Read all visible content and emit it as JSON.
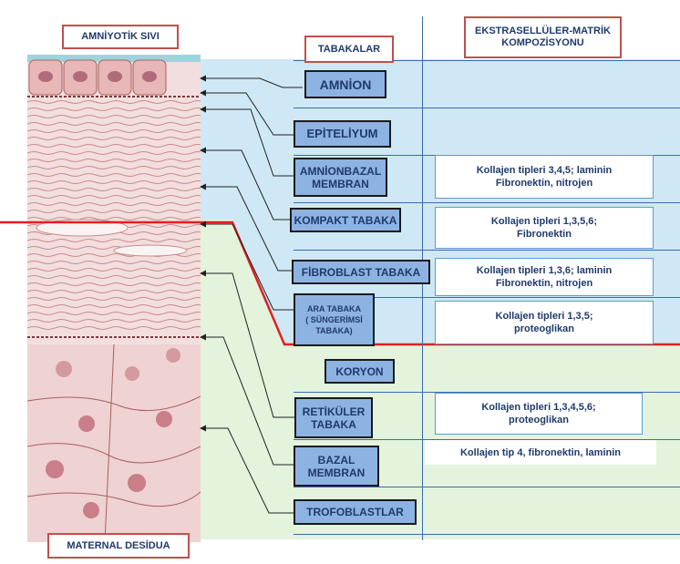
{
  "headers": {
    "amniotic_fluid": "AMNİYOTİK SIVI",
    "maternal_decidua": "MATERNAL DESİDUA",
    "layers_title": "TABAKALAR",
    "ecm_title_line1": "EKSTRASELLÜLER-MATRİK",
    "ecm_title_line2": "KOMPOZİSYONU"
  },
  "layers": [
    {
      "line1": "AMNİON",
      "line2": ""
    },
    {
      "line1": "EPİTELİYUM",
      "line2": ""
    },
    {
      "line1": "AMNİONBAZAL",
      "line2": "MEMBRAN"
    },
    {
      "line1": "KOMPAKT TABAKA",
      "line2": ""
    },
    {
      "line1": "FİBROBLAST TABAKA",
      "line2": ""
    },
    {
      "line1": "ARA TABAKA",
      "line2": "( SÜNGERİMSİ",
      "line3": "TABAKA)"
    },
    {
      "line1": "KORYON",
      "line2": ""
    },
    {
      "line1": "RETİKÜLER",
      "line2": "TABAKA"
    },
    {
      "line1": "BAZAL",
      "line2": "MEMBRAN"
    },
    {
      "line1": "TROFOBLASTLAR",
      "line2": ""
    }
  ],
  "compositions": [
    {
      "line1": "Kollajen tipleri 3,4,5; laminin",
      "line2": "Fibronektin, nitrojen"
    },
    {
      "line1": "Kollajen tipleri 1,3,5,6;",
      "line2": "Fibronektin"
    },
    {
      "line1": "Kollajen tipleri 1,3,6; laminin",
      "line2": "Fibronektin, nitrojen"
    },
    {
      "line1": "Kollajen tipleri 1,3,5;",
      "line2": "proteoglikan"
    },
    {
      "line1": "Kollajen tipleri 1,3,4,5,6;",
      "line2": "proteoglikan"
    },
    {
      "line1": "Kollajen tip 4, fibronektin, laminin",
      "line2": ""
    }
  ],
  "colors": {
    "amnion_region": "#cfe8f5",
    "chorion_region": "#e3f3dc",
    "boundary_line": "#e02020",
    "layer_box_fill": "#8db3e2",
    "title_border": "#c0504d",
    "text": "#1f3a6d"
  }
}
